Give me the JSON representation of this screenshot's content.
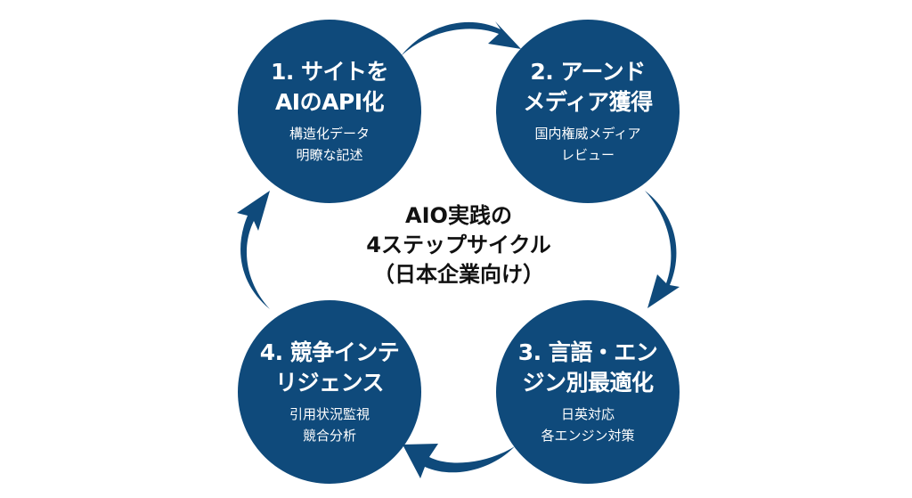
{
  "center": {
    "line1": "AIO実践の",
    "line2": "4ステップサイクル",
    "line3": "（日本企業向け）"
  },
  "steps": [
    {
      "title1": "1. サイトを",
      "title2": "AIのAPI化",
      "sub1": "構造化データ",
      "sub2": "明瞭な記述"
    },
    {
      "title1": "2. アーンド",
      "title2": "メディア獲得",
      "sub1": "国内権威メディア",
      "sub2": "レビュー"
    },
    {
      "title1": "3. 言語・エン",
      "title2": "ジン別最適化",
      "sub1": "日英対応",
      "sub2": "各エンジン対策"
    },
    {
      "title1": "4. 競争インテ",
      "title2": "リジェンス",
      "sub1": "引用状況監視",
      "sub2": "競合分析"
    }
  ],
  "colors": {
    "accent": "#0f4a7b",
    "background": "#ffffff",
    "text": "#111111"
  }
}
